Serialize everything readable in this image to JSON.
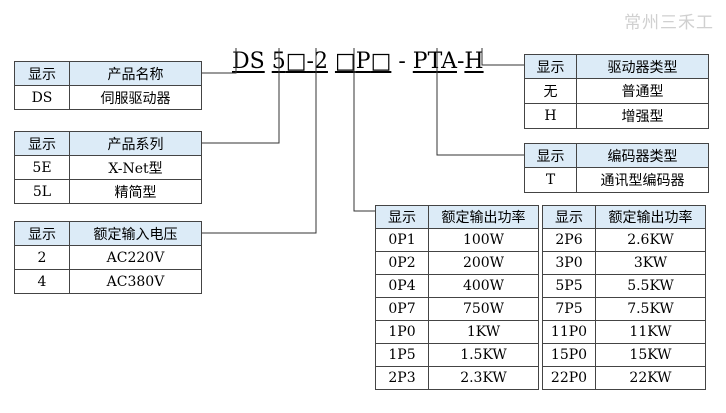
{
  "watermark": "常州三禾工",
  "model_code": {
    "parts": [
      "DS",
      "5",
      "□",
      "-",
      "2",
      "□",
      "P",
      "□",
      "-",
      "PTA",
      "-",
      "H"
    ]
  },
  "tables": {
    "product_name": {
      "headers": [
        "显示",
        "产品名称"
      ],
      "rows": [
        [
          "DS",
          "伺服驱动器"
        ]
      ]
    },
    "product_series": {
      "headers": [
        "显示",
        "产品系列"
      ],
      "rows": [
        [
          "5E",
          "X-Net型"
        ],
        [
          "5L",
          "精简型"
        ]
      ]
    },
    "voltage": {
      "headers": [
        "显示",
        "额定输入电压"
      ],
      "rows": [
        [
          "2",
          "AC220V"
        ],
        [
          "4",
          "AC380V"
        ]
      ]
    },
    "driver_type": {
      "headers": [
        "显示",
        "驱动器类型"
      ],
      "rows": [
        [
          "无",
          "普通型"
        ],
        [
          "H",
          "增强型"
        ]
      ]
    },
    "encoder_type": {
      "headers": [
        "显示",
        "编码器类型"
      ],
      "rows": [
        [
          "T",
          "通讯型编码器"
        ]
      ]
    },
    "power_left": {
      "headers": [
        "显示",
        "额定输出功率"
      ],
      "rows": [
        [
          "0P1",
          "100W"
        ],
        [
          "0P2",
          "200W"
        ],
        [
          "0P4",
          "400W"
        ],
        [
          "0P7",
          "750W"
        ],
        [
          "1P0",
          "1KW"
        ],
        [
          "1P5",
          "1.5KW"
        ],
        [
          "2P3",
          "2.3KW"
        ]
      ]
    },
    "power_right": {
      "headers": [
        "显示",
        "额定输出功率"
      ],
      "rows": [
        [
          "2P6",
          "2.6KW"
        ],
        [
          "3P0",
          "3KW"
        ],
        [
          "5P5",
          "5.5KW"
        ],
        [
          "7P5",
          "7.5KW"
        ],
        [
          "11P0",
          "11KW"
        ],
        [
          "15P0",
          "15KW"
        ],
        [
          "22P0",
          "22KW"
        ]
      ]
    }
  }
}
